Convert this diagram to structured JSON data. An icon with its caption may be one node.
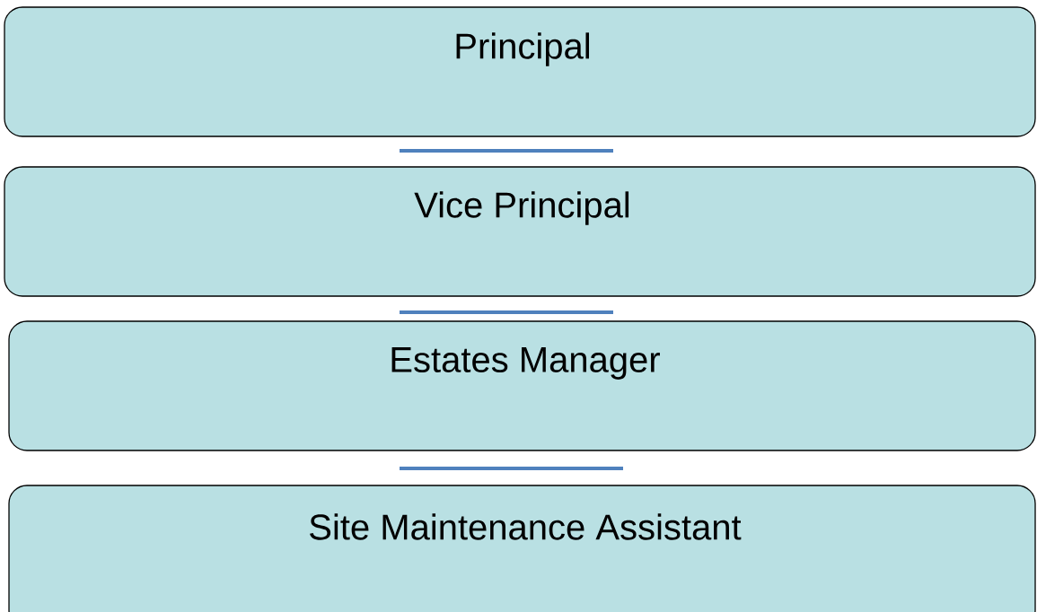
{
  "diagram": {
    "nodes": [
      {
        "text": [
          "Principal"
        ]
      },
      {
        "text": [
          "Vice Principal"
        ]
      },
      {
        "text": [
          "Estates Manager"
        ]
      },
      {
        "text": [
          "Site Maintenance Assistant"
        ]
      }
    ]
  }
}
